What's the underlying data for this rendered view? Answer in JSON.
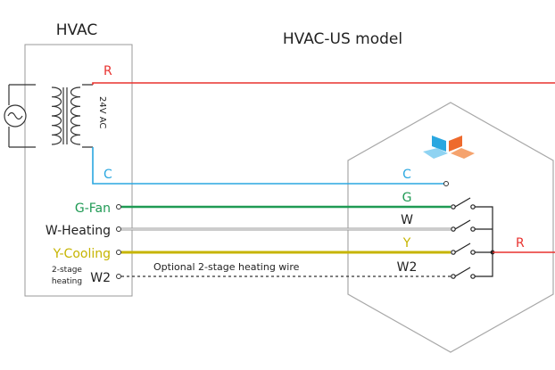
{
  "hvac": {
    "title": "HVAC",
    "transformer_label": "24V AC"
  },
  "model_title": "HVAC-US model",
  "terminals": {
    "r": "R",
    "c": "C",
    "g": "G-Fan",
    "w": "W-Heating",
    "y": "Y-Cooling",
    "w2": "W2",
    "w2_note_line1": "2-stage",
    "w2_note_line2": "heating"
  },
  "optional_wire_label": "Optional 2-stage heating wire",
  "thermostat": {
    "c": "C",
    "g": "G",
    "w": "W",
    "y": "Y",
    "w2": "W2",
    "r_out": "R"
  },
  "colors": {
    "red": "#e8322f",
    "blue": "#2aa7e0",
    "green": "#1f9a54",
    "gray": "#9a9a9a",
    "yellow": "#c6b400",
    "black": "#111111",
    "logo_light_blue": "#8fd3f2",
    "logo_blue": "#2aa7e0",
    "logo_orange": "#ee6a2d",
    "logo_light_orange": "#f5a36e"
  }
}
